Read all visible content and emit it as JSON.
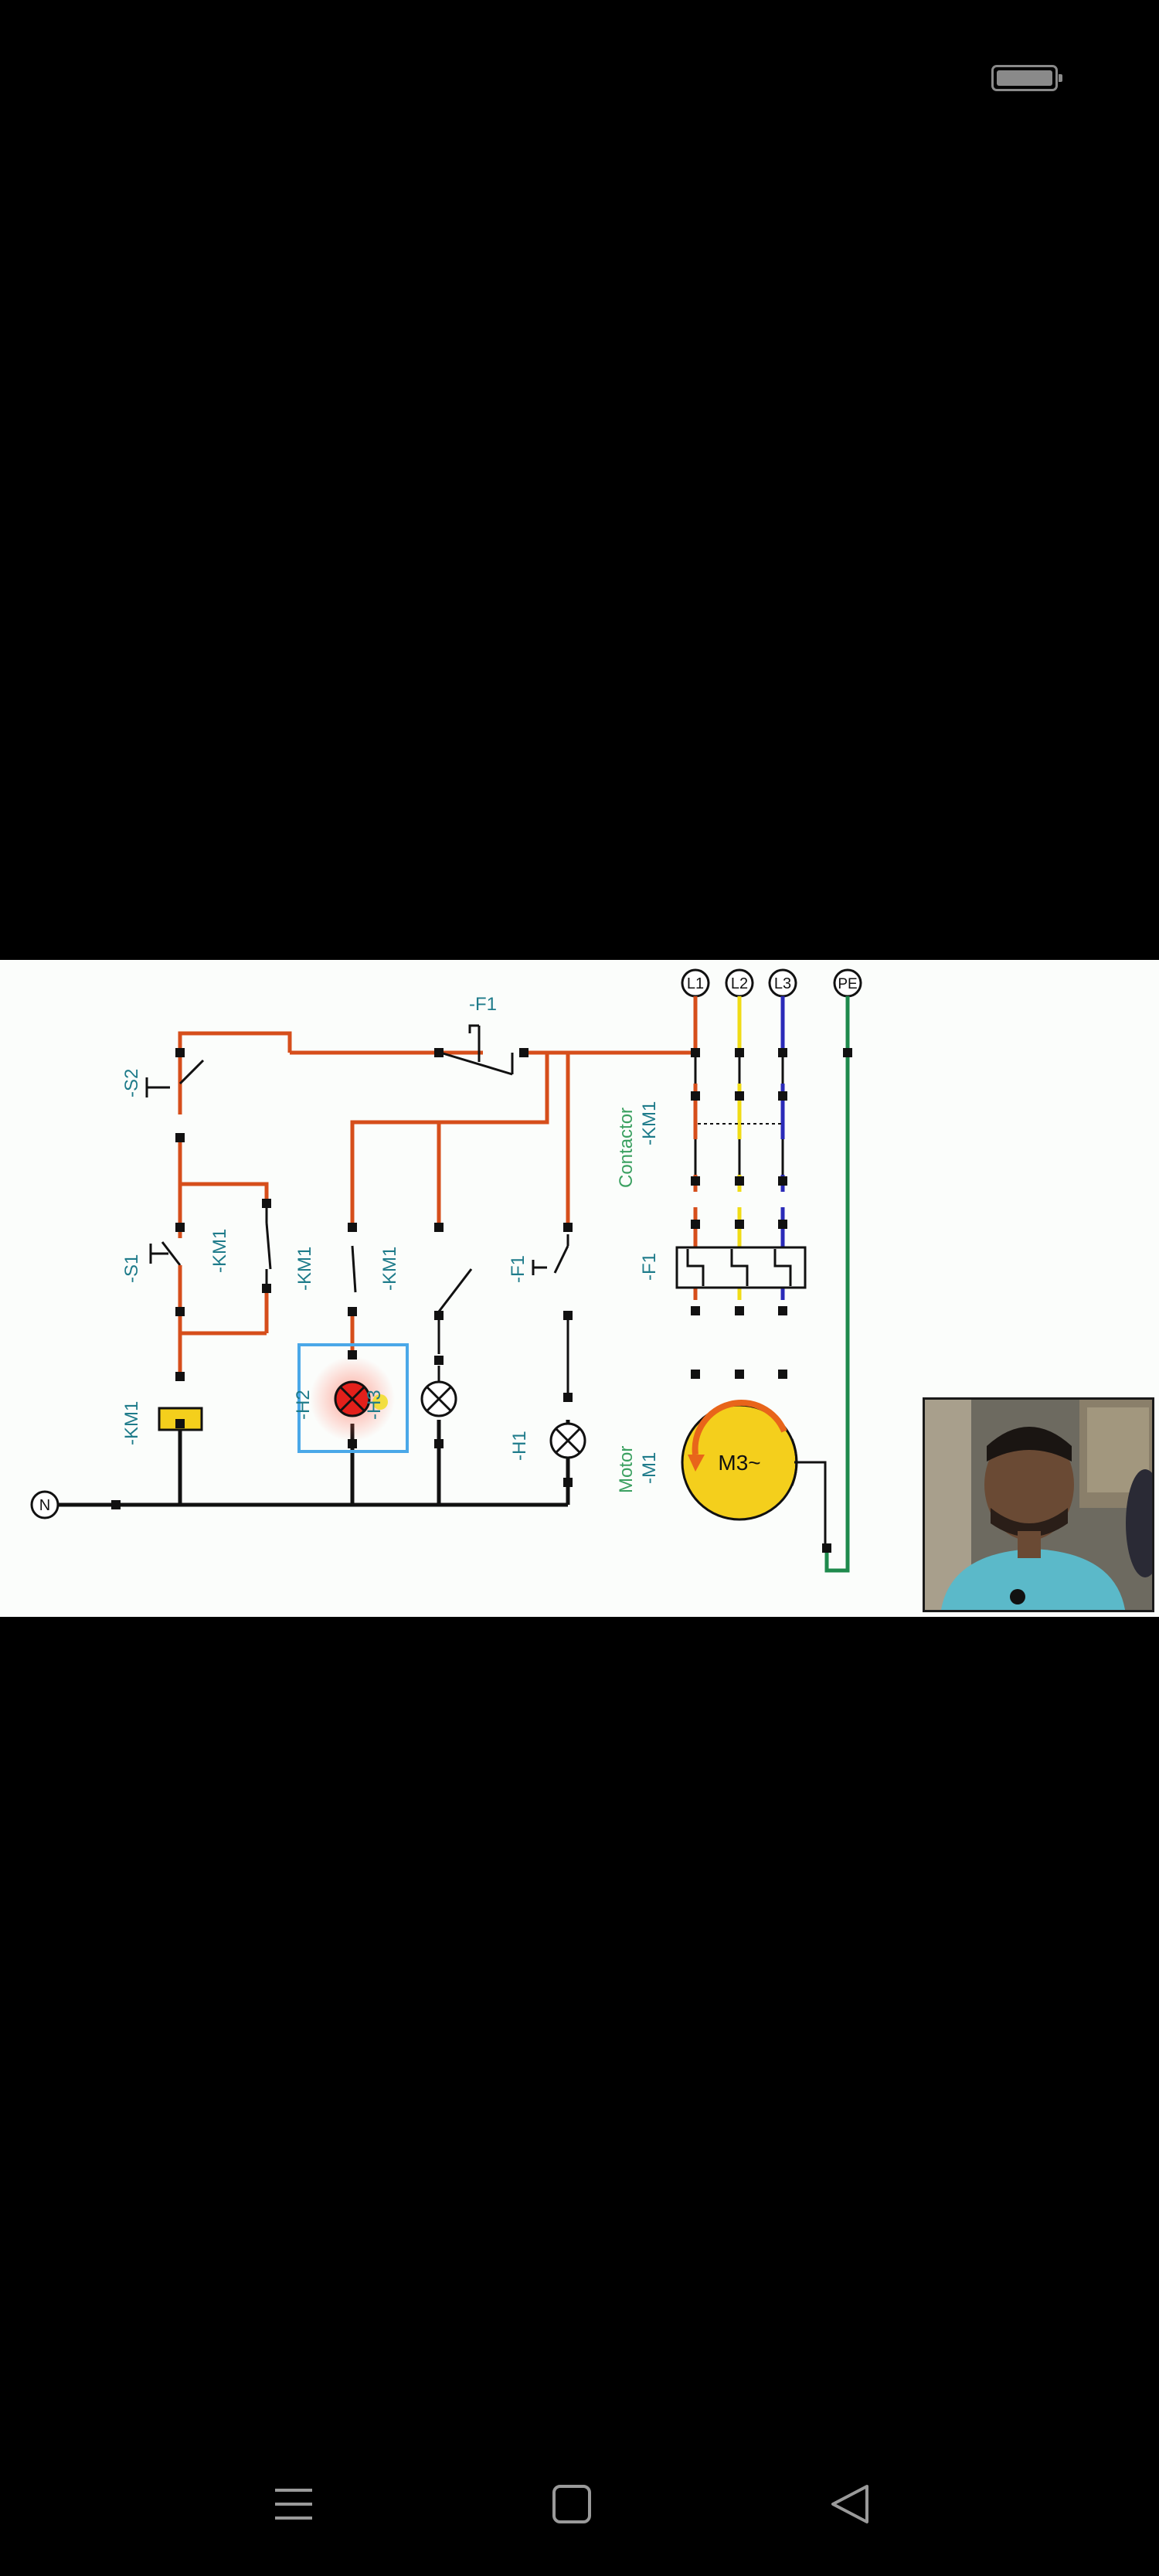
{
  "status_bar": {
    "battery_icon": "battery-icon"
  },
  "diagram": {
    "terminals": [
      "L1",
      "L2",
      "L3",
      "PE",
      "N"
    ],
    "labels": {
      "f1_top": "-F1",
      "s2": "-S2",
      "s1": "-S1",
      "km1_aux": "-KM1",
      "km1_coil": "-KM1",
      "km1_left": "-KM1",
      "km1_right": "-KM1",
      "h2": "-H2",
      "h3": "-H3",
      "f1_aux": "-F1",
      "h1": "-H1",
      "contactor_word": "Contactor",
      "contactor_id": "-KM1",
      "overload": "-F1",
      "motor_word": "Motor",
      "motor_id": "-M1",
      "motor_symbol": "M3~"
    },
    "colors": {
      "control_wire": "#d64e1b",
      "neutral_wire": "#111111",
      "l2_wire": "#f0dc16",
      "l3_wire": "#2a2ab8",
      "pe_wire": "#1e8a4c",
      "label_teal": "#1e7b8a",
      "label_green": "#3aa060",
      "coil_fill": "#f4cf1c",
      "motor_fill": "#f4cf1c",
      "highlight_box": "#4aa8e8",
      "lamp_on": "#e3201b"
    }
  },
  "webcam_overlay": {
    "icon": "presenter-webcam"
  },
  "nav_bar": {
    "menu_icon": "menu-icon",
    "home_icon": "home-icon",
    "back_icon": "back-icon"
  }
}
